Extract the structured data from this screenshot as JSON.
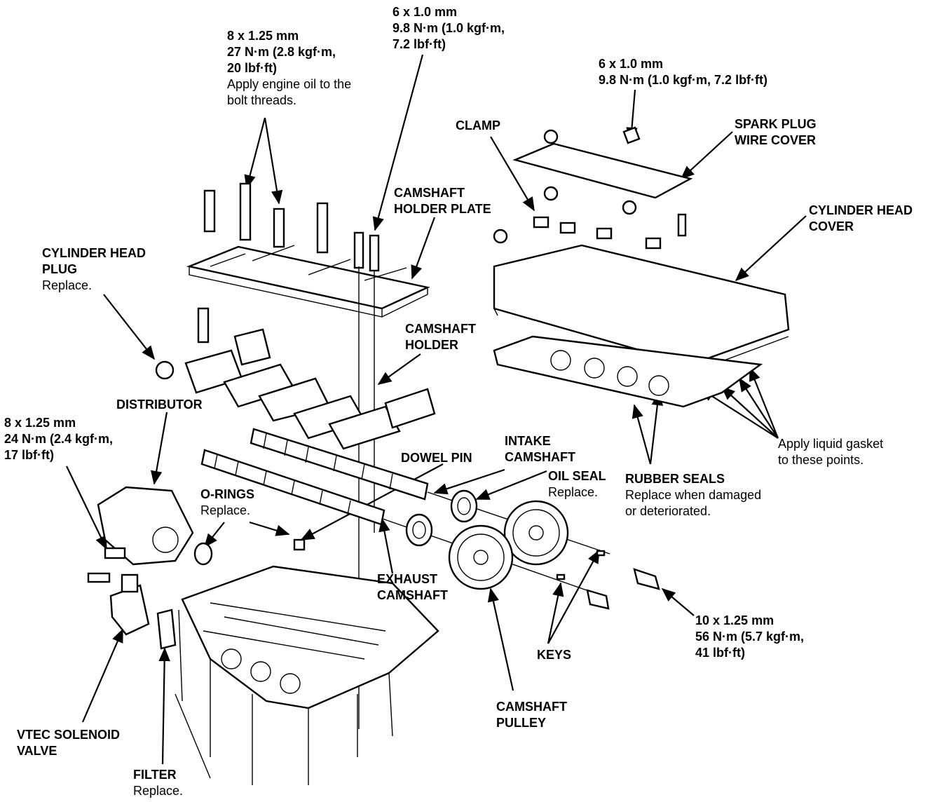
{
  "labels": {
    "bolt_8x125_27": {
      "spec": "8 x 1.25 mm",
      "torque1": "27 N·m (2.8 kgf·m,",
      "torque2": "20 lbf·ft)",
      "note1": "Apply engine oil to the",
      "note2": "bolt threads."
    },
    "bolt_6x10_top": {
      "spec": "6 x 1.0 mm",
      "torque1": "9.8 N·m (1.0 kgf·m,",
      "torque2": "7.2 lbf·ft)"
    },
    "bolt_6x10_right": {
      "spec": "6 x 1.0 mm",
      "torque": "9.8 N·m (1.0 kgf·m, 7.2 lbf·ft)"
    },
    "clamp": "CLAMP",
    "spark_plug_wire_cover": {
      "line1": "SPARK PLUG",
      "line2": "WIRE COVER"
    },
    "camshaft_holder_plate": {
      "line1": "CAMSHAFT",
      "line2": "HOLDER PLATE"
    },
    "cylinder_head_cover": {
      "line1": "CYLINDER HEAD",
      "line2": "COVER"
    },
    "cylinder_head_plug": {
      "line1": "CYLINDER HEAD",
      "line2": "PLUG",
      "note": "Replace."
    },
    "camshaft_holder": {
      "line1": "CAMSHAFT",
      "line2": "HOLDER"
    },
    "distributor": "DISTRIBUTOR",
    "bolt_8x125_24": {
      "spec": "8 x 1.25 mm",
      "torque1": "24 N·m (2.4 kgf·m,",
      "torque2": "17 lbf·ft)"
    },
    "dowel_pin": "DOWEL PIN",
    "intake_camshaft": {
      "line1": "INTAKE",
      "line2": "CAMSHAFT"
    },
    "oil_seal": {
      "title": "OIL SEAL",
      "note": "Replace."
    },
    "rubber_seals": {
      "title": "RUBBER SEALS",
      "note1": "Replace when damaged",
      "note2": "or deteriorated."
    },
    "liquid_gasket": {
      "line1": "Apply liquid gasket",
      "line2": "to these points."
    },
    "o_rings": {
      "title": "O-RINGS",
      "note": "Replace."
    },
    "exhaust_camshaft": {
      "line1": "EXHAUST",
      "line2": "CAMSHAFT"
    },
    "bolt_10x125": {
      "spec": "10 x 1.25 mm",
      "torque1": "56 N·m (5.7 kgf·m,",
      "torque2": "41 lbf·ft)"
    },
    "keys": "KEYS",
    "camshaft_pulley": {
      "line1": "CAMSHAFT",
      "line2": "PULLEY"
    },
    "vtec_solenoid_valve": {
      "line1": "VTEC SOLENOID",
      "line2": "VALVE"
    },
    "filter": {
      "title": "FILTER",
      "note": "Replace."
    }
  }
}
